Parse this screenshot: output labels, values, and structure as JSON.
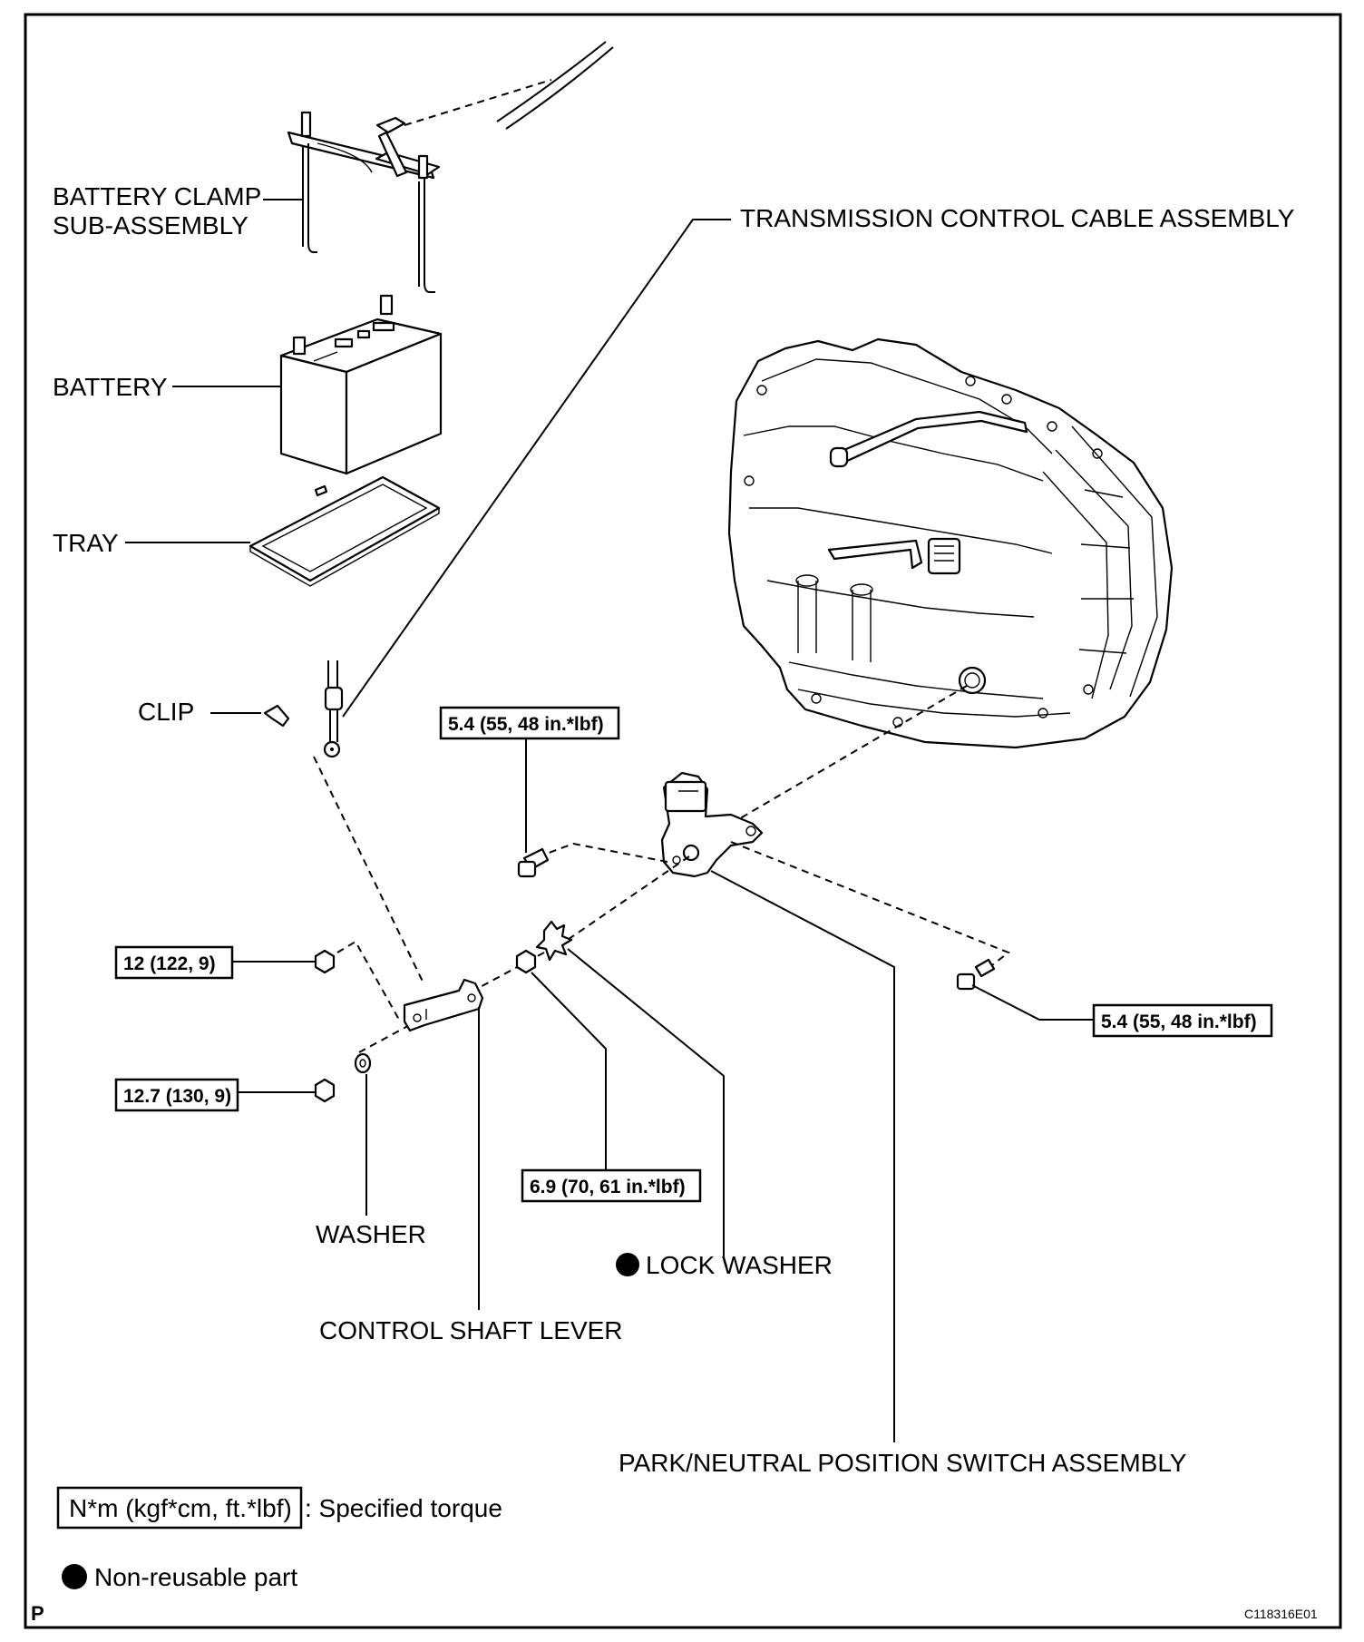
{
  "labels": {
    "battery_clamp_line1": "BATTERY CLAMP",
    "battery_clamp_line2": "SUB-ASSEMBLY",
    "battery": "BATTERY",
    "tray": "TRAY",
    "clip": "CLIP",
    "transmission_control_cable": "TRANSMISSION CONTROL CABLE ASSEMBLY",
    "washer": "WASHER",
    "lock_washer": "LOCK WASHER",
    "control_shaft_lever": "CONTROL SHAFT LEVER",
    "park_neutral_switch": "PARK/NEUTRAL POSITION SWITCH ASSEMBLY"
  },
  "torques": {
    "switch_bolt_top": "5.4 (55, 48 in.*lbf)",
    "switch_bolt_right": "5.4 (55, 48 in.*lbf)",
    "nut_upper": "12 (122, 9)",
    "nut_lower": "12.7 (130, 9)",
    "lever_nut": "6.9 (70, 61 in.*lbf)"
  },
  "legend": {
    "torque_box": "N*m (kgf*cm, ft.*lbf)",
    "torque_text": ": Specified torque",
    "nonreusable_text": "Non-reusable part"
  },
  "corner": {
    "left_letter": "P",
    "figure_code": "C118316E01"
  }
}
